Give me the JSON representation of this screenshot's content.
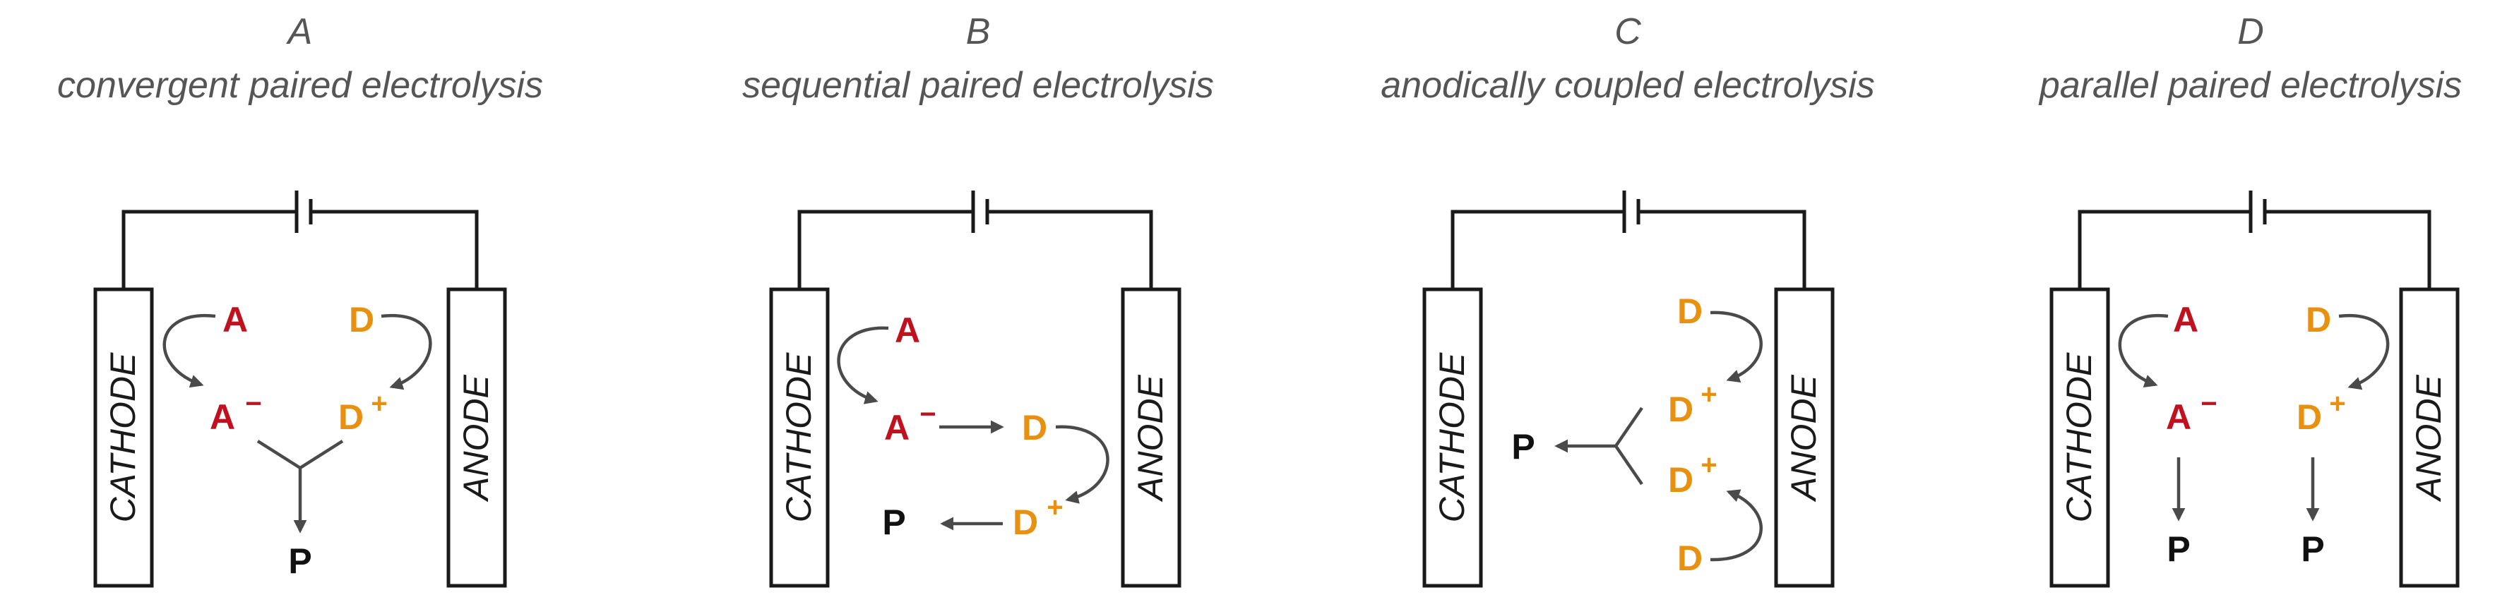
{
  "colors": {
    "acceptor": "#c0111f",
    "donor": "#e8900f",
    "product": "#111111",
    "arrow": "#4a4a4a",
    "title": "#555555"
  },
  "panels": [
    {
      "letter": "A",
      "title": "convergent paired electrolysis",
      "cathode_label": "CATHODE",
      "anode_label": "ANODE",
      "species": [
        {
          "text": "A",
          "color": "acceptor",
          "charge": ""
        },
        {
          "text": "D",
          "color": "donor",
          "charge": ""
        },
        {
          "text": "A",
          "color": "acceptor",
          "charge": "−"
        },
        {
          "text": "D",
          "color": "donor",
          "charge": "+"
        },
        {
          "text": "P",
          "color": "product",
          "charge": ""
        }
      ]
    },
    {
      "letter": "B",
      "title": "sequential paired electrolysis",
      "cathode_label": "CATHODE",
      "anode_label": "ANODE",
      "species": [
        {
          "text": "A",
          "color": "acceptor",
          "charge": ""
        },
        {
          "text": "A",
          "color": "acceptor",
          "charge": "−"
        },
        {
          "text": "D",
          "color": "donor",
          "charge": ""
        },
        {
          "text": "D",
          "color": "donor",
          "charge": "+"
        },
        {
          "text": "P",
          "color": "product",
          "charge": ""
        }
      ]
    },
    {
      "letter": "C",
      "title": "anodically coupled electrolysis",
      "cathode_label": "CATHODE",
      "anode_label": "ANODE",
      "species": [
        {
          "text": "D",
          "color": "donor",
          "charge": ""
        },
        {
          "text": "D",
          "color": "donor",
          "charge": "+"
        },
        {
          "text": "D",
          "color": "donor",
          "charge": "+"
        },
        {
          "text": "D",
          "color": "donor",
          "charge": ""
        },
        {
          "text": "P",
          "color": "product",
          "charge": ""
        }
      ]
    },
    {
      "letter": "D",
      "title": "parallel paired electrolysis",
      "cathode_label": "CATHODE",
      "anode_label": "ANODE",
      "species": [
        {
          "text": "A",
          "color": "acceptor",
          "charge": ""
        },
        {
          "text": "D",
          "color": "donor",
          "charge": ""
        },
        {
          "text": "A",
          "color": "acceptor",
          "charge": "−"
        },
        {
          "text": "D",
          "color": "donor",
          "charge": "+"
        },
        {
          "text": "P",
          "color": "product",
          "charge": ""
        },
        {
          "text": "P",
          "color": "product",
          "charge": ""
        }
      ]
    }
  ]
}
